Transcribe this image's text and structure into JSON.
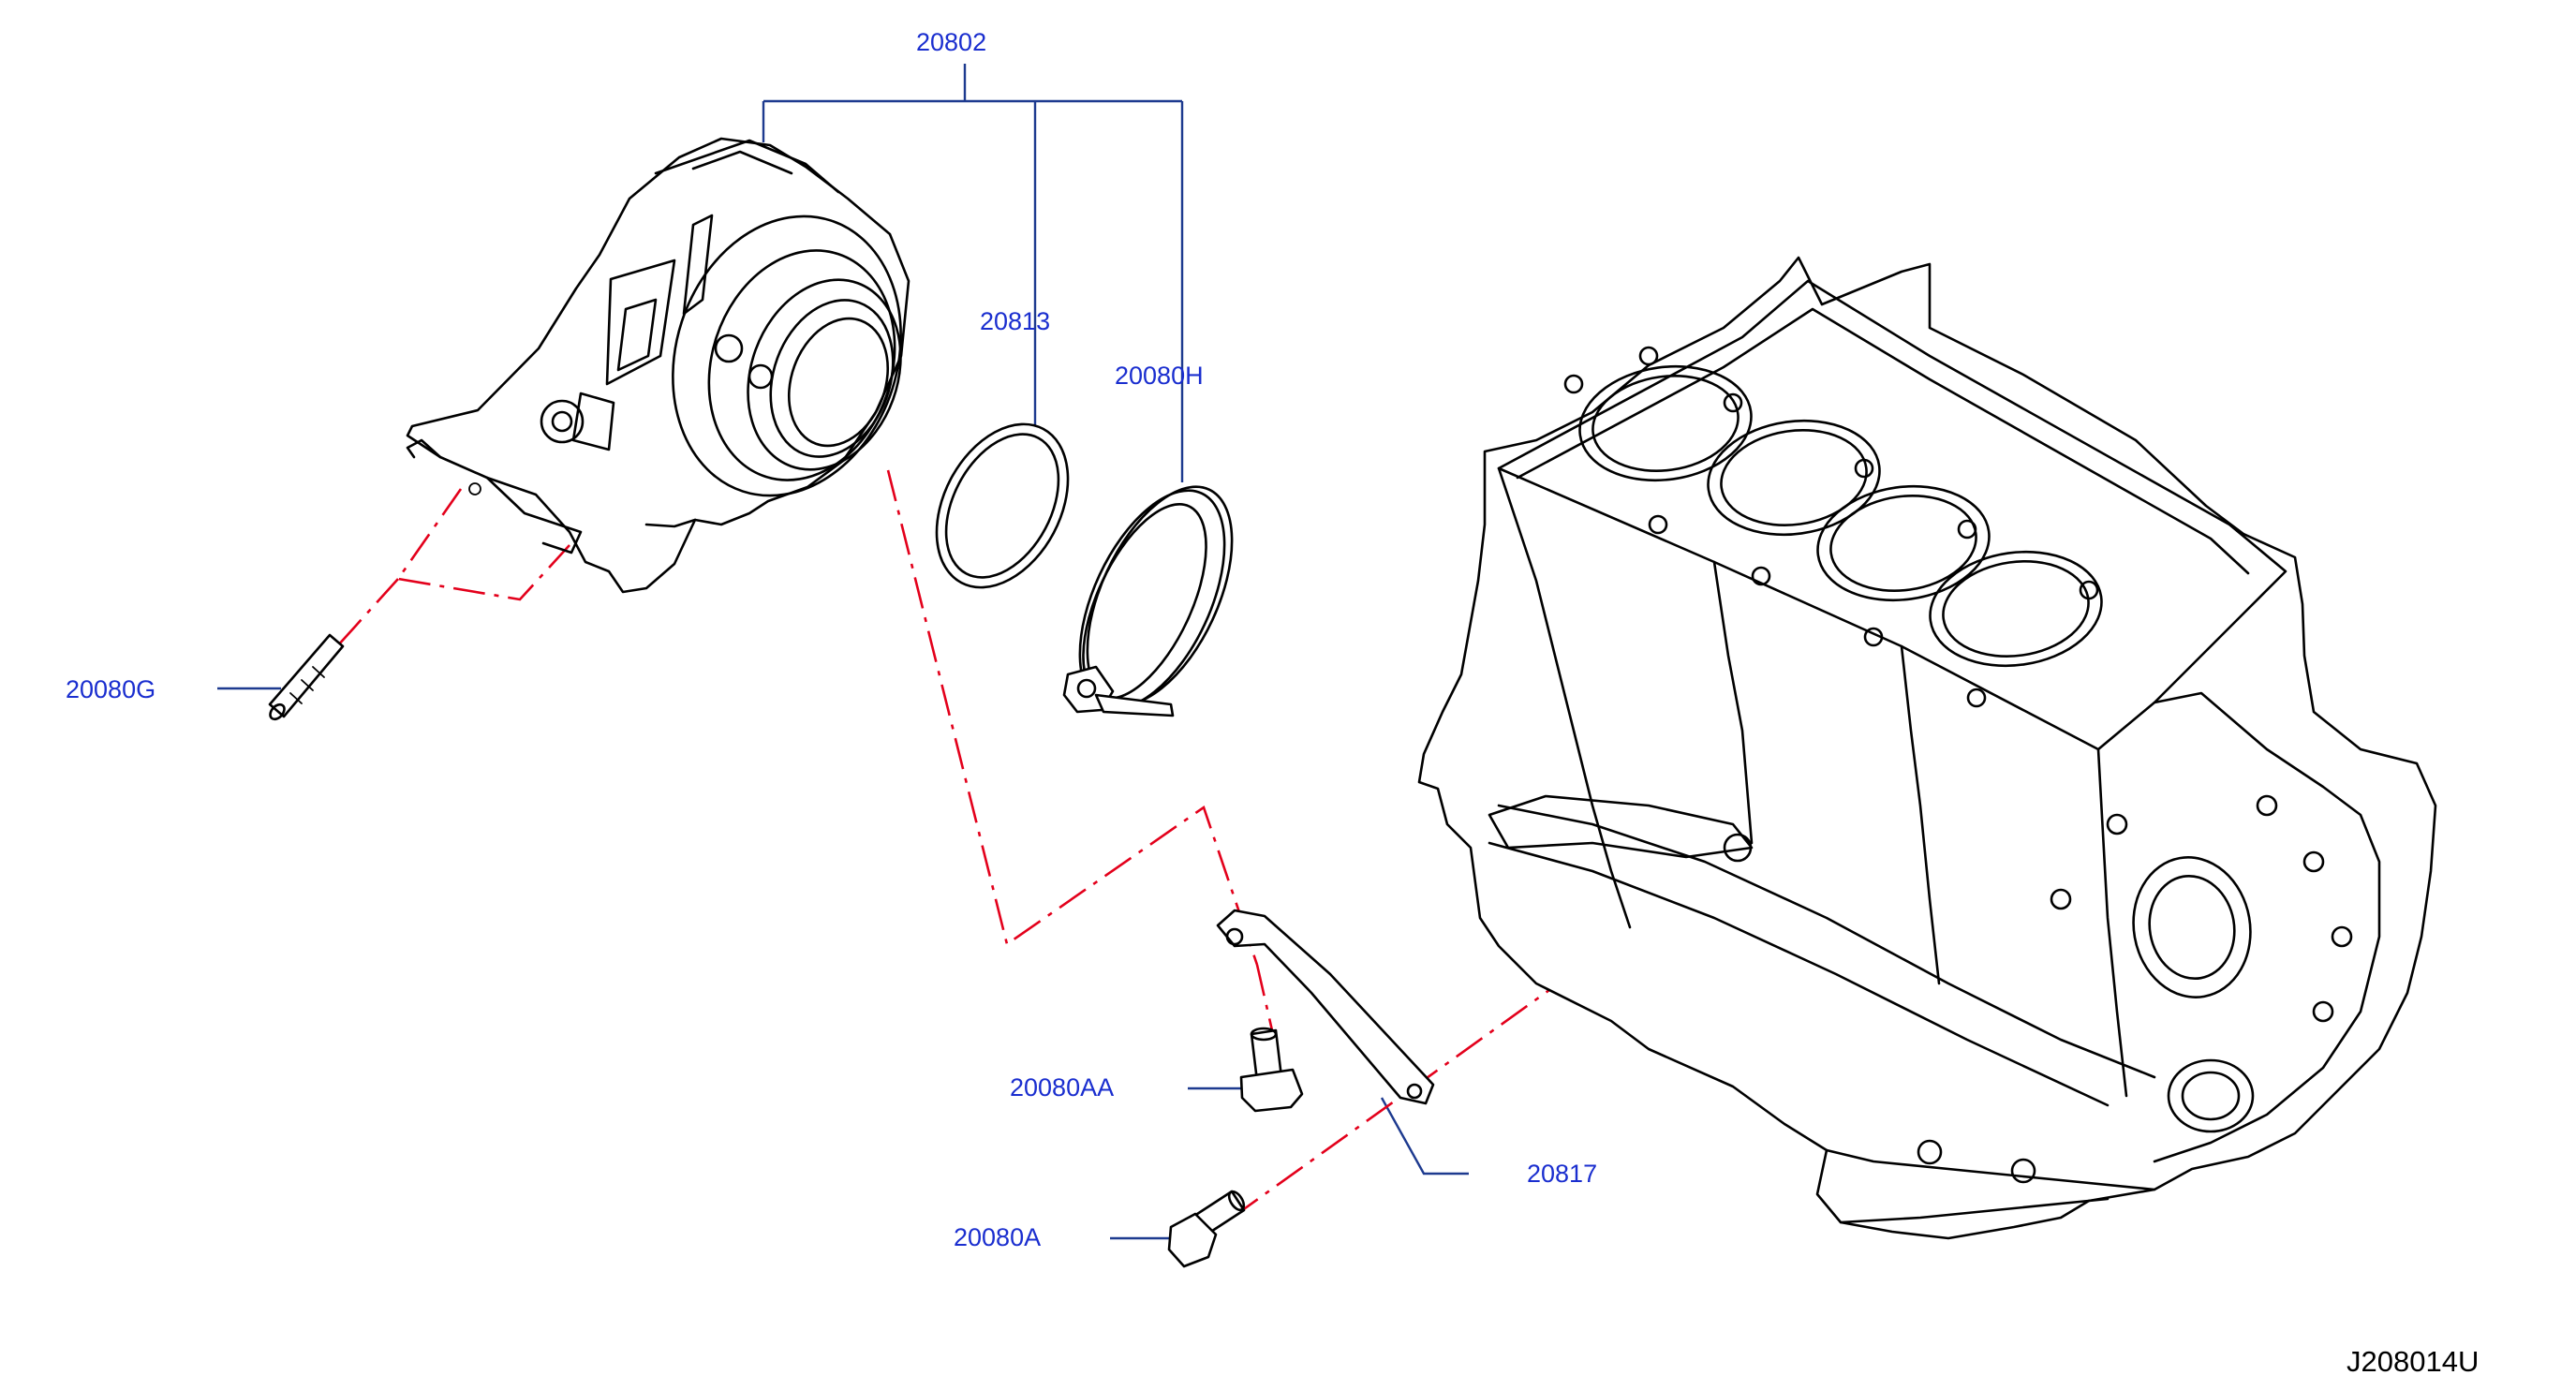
{
  "diagram": {
    "drawing_code": "J208014U",
    "parts": [
      {
        "id": "p-20802",
        "number": "20802"
      },
      {
        "id": "p-20813",
        "number": "20813"
      },
      {
        "id": "p-20080H",
        "number": "20080H"
      },
      {
        "id": "p-20080G",
        "number": "20080G"
      },
      {
        "id": "p-20080AA",
        "number": "20080AA"
      },
      {
        "id": "p-20817",
        "number": "20817"
      },
      {
        "id": "p-20080A",
        "number": "20080A"
      }
    ]
  },
  "colors": {
    "label": "#1a2ecf",
    "leader": "#1d3a8f",
    "phantom_line": "#e3001b",
    "linework": "#000000",
    "background": "#ffffff"
  }
}
